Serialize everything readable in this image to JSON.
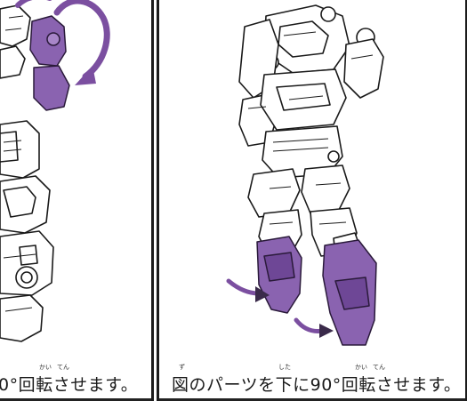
{
  "left_panel": {
    "caption": "0°回転させます。",
    "ruby": {
      "kai": "かい",
      "ten": "てん"
    }
  },
  "right_panel": {
    "caption": "図のパーツを下に90°回転させます。",
    "ruby": {
      "zu": "ず",
      "shita": "した",
      "kai": "かい",
      "ten": "てん"
    }
  },
  "colors": {
    "accent_purple": "#7b4fa0",
    "purple_fill": "#8a63b0",
    "line": "#1a1a1a",
    "divider": "#1b1b1b"
  },
  "icons": [
    "rotation-arrow-icon",
    "downward-arrow-icon"
  ]
}
